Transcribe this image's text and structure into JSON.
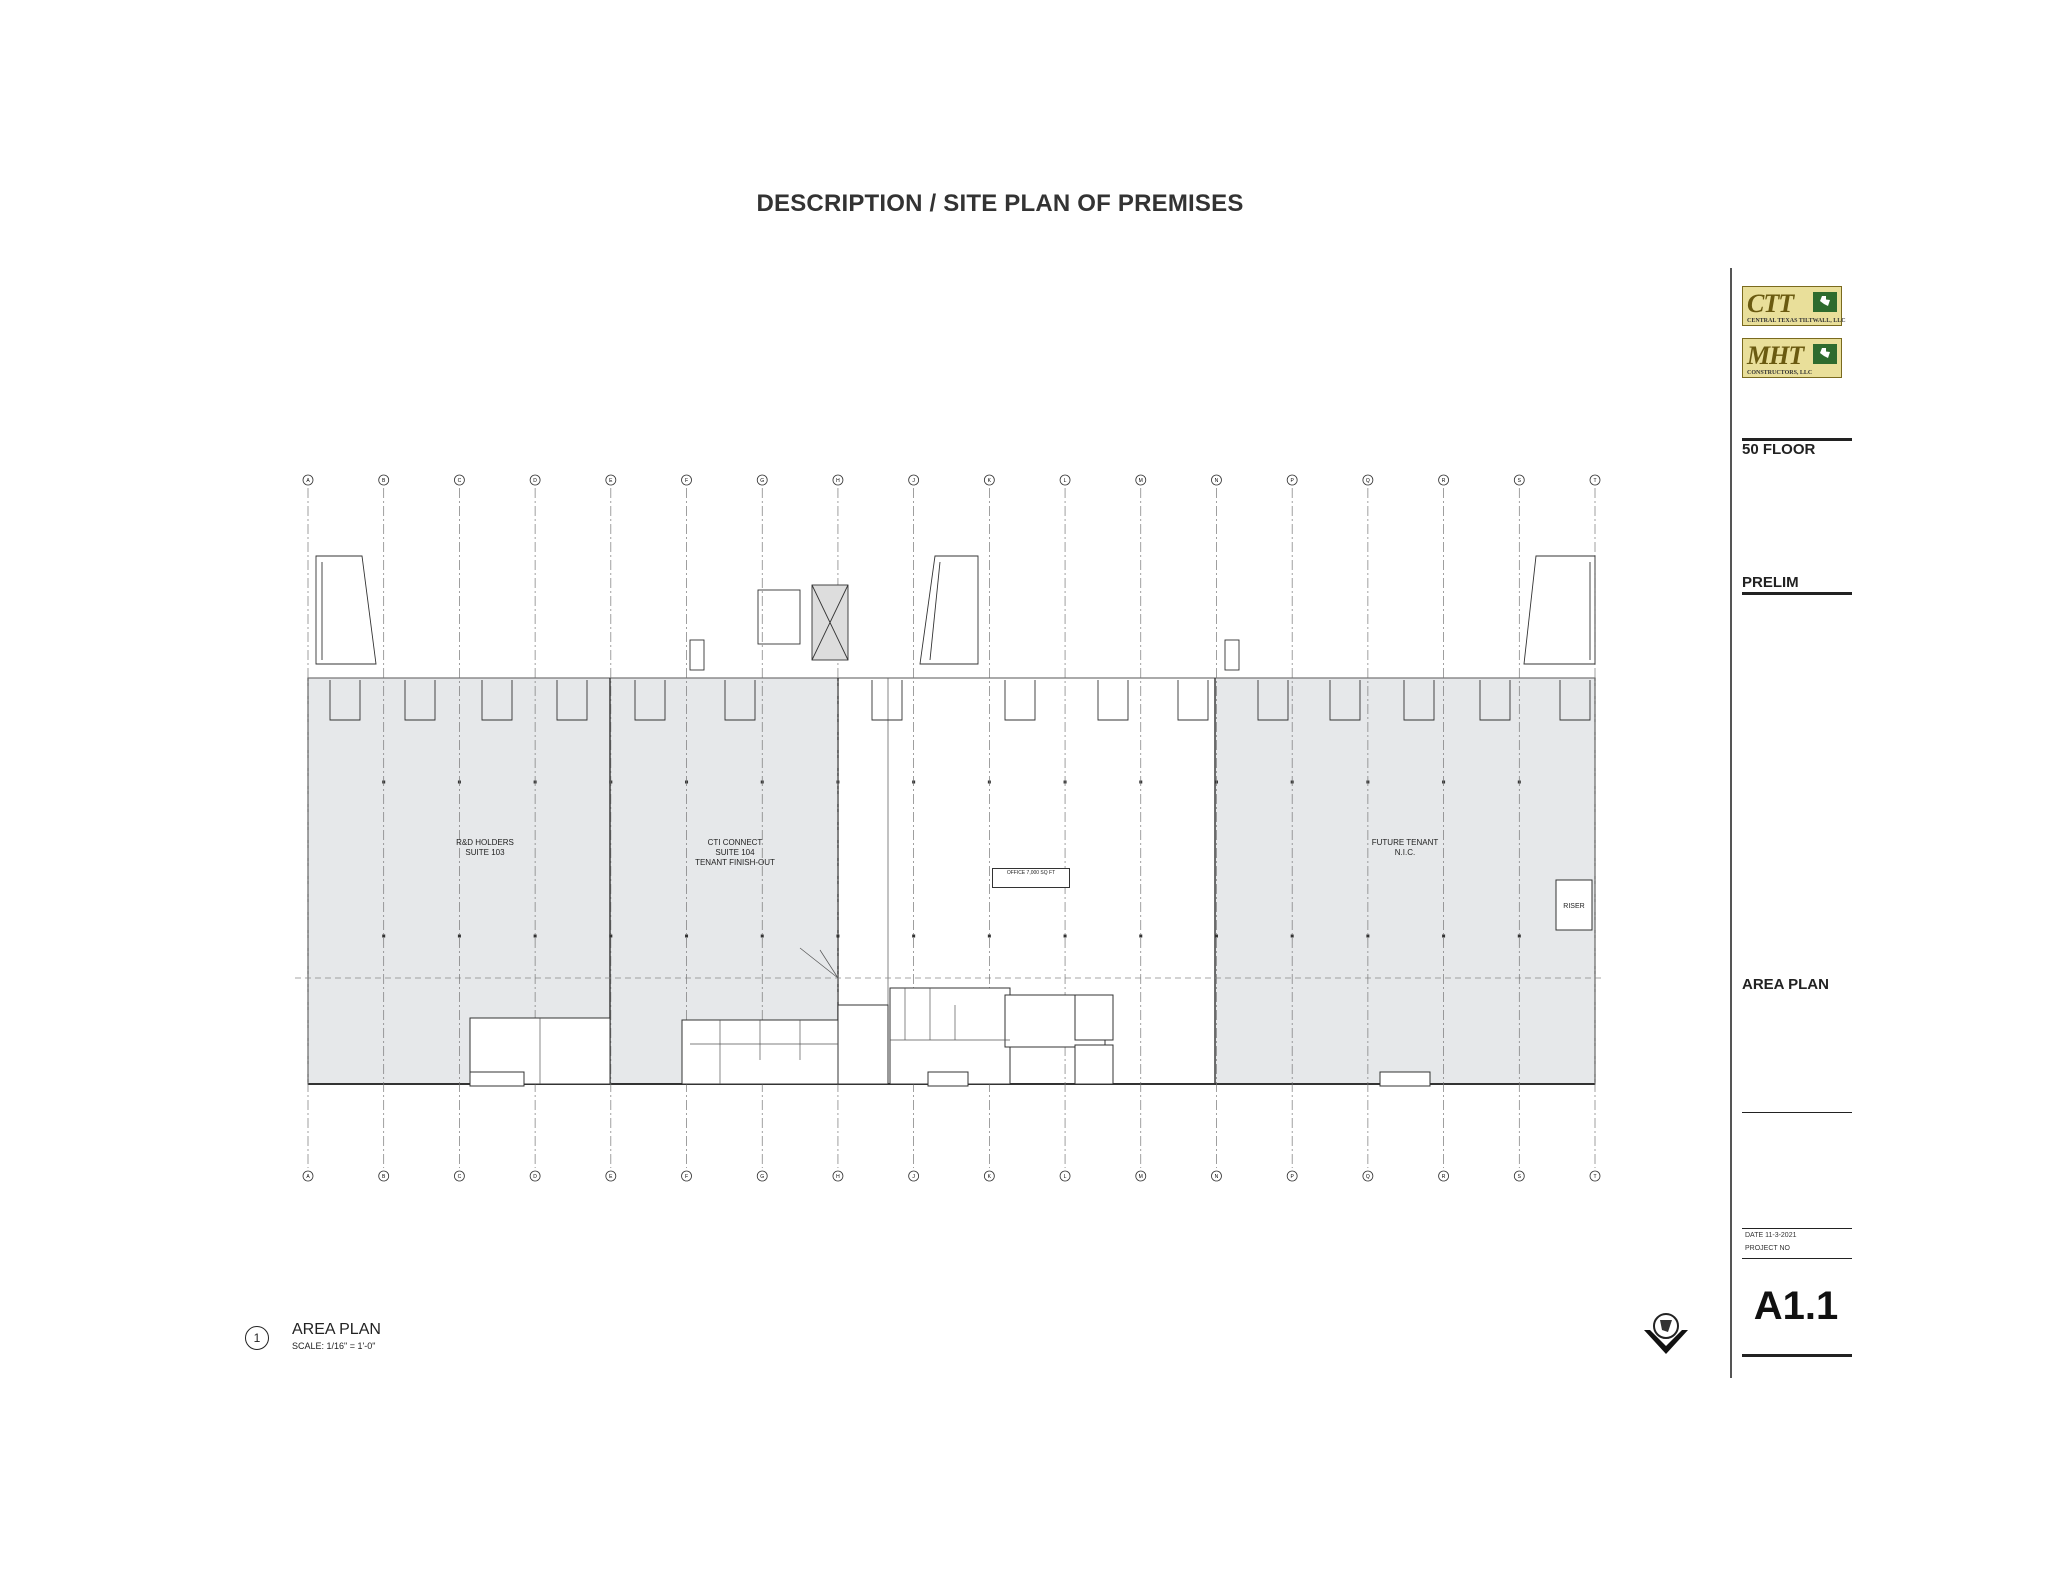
{
  "title": "DESCRIPTION / SITE PLAN OF PREMISES",
  "title_block": {
    "logos": [
      {
        "text": "CTT",
        "subtitle": "CENTRAL TEXAS TILTWALL, LLC"
      },
      {
        "text": "MHT",
        "subtitle": "CONSTRUCTORS, LLC"
      }
    ],
    "project": "50 FLOOR",
    "status": "PRELIM",
    "drawing_title": "AREA PLAN",
    "date_label": "DATE 11-3-2021",
    "project_no_label": "PROJECT NO",
    "sheet_number": "A1.1"
  },
  "drawing": {
    "plan_number": "1",
    "plan_title": "AREA PLAN",
    "plan_scale": "SCALE: 1/16\" = 1'-0\"",
    "grid_labels": [
      "A",
      "B",
      "C",
      "D",
      "E",
      "F",
      "G",
      "H",
      "J",
      "K",
      "L",
      "M",
      "N",
      "P",
      "Q",
      "R",
      "S",
      "T"
    ],
    "spaces": [
      {
        "name": "R&D HOLDERS",
        "suite": "SUITE 103",
        "note": ""
      },
      {
        "name": "CTI CONNECT",
        "suite": "SUITE 104",
        "note": "TENANT FINISH-OUT"
      },
      {
        "name": "FUTURE TENANT",
        "suite": "N.I.C.",
        "note": ""
      }
    ],
    "riser_label": "RISER",
    "office_box_text": "OFFICE 7,000 SQ FT"
  },
  "colors": {
    "tenant_fill": "#e6e8ea",
    "lines": "#444444",
    "logo_fill": "#e9df9a"
  }
}
